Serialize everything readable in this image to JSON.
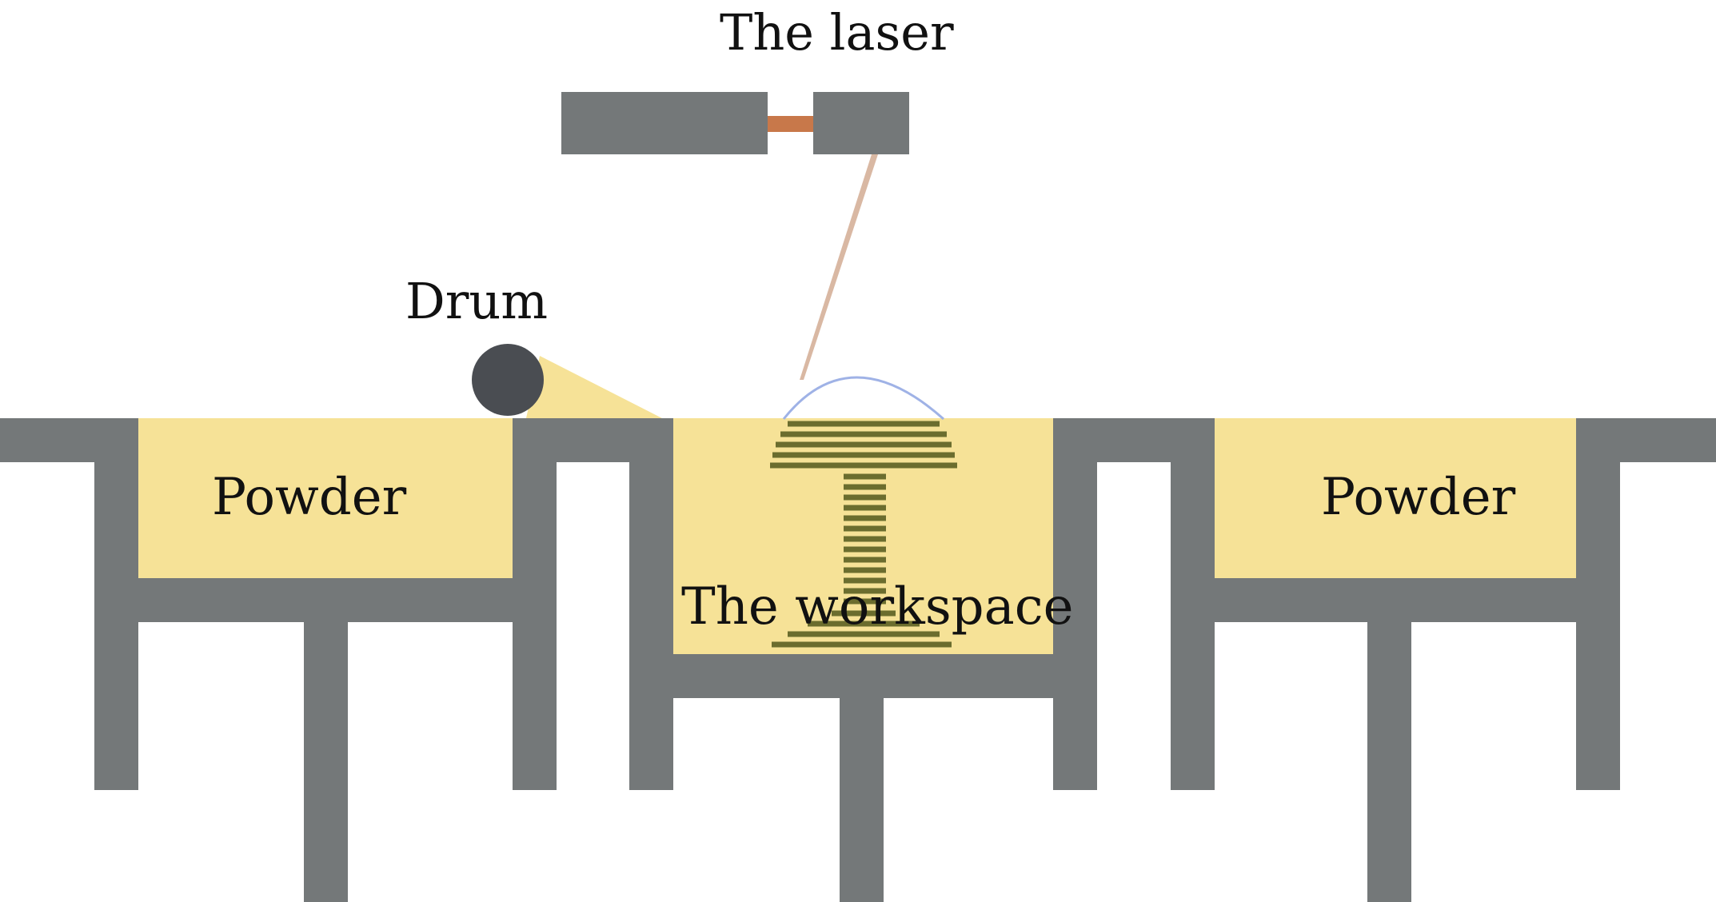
{
  "labels": {
    "laser": "The laser",
    "drum": "Drum",
    "powder_left": "Powder",
    "powder_right": "Powder",
    "workspace": "The workspace"
  },
  "colors": {
    "wall": "#747879",
    "powder": "#f6e297",
    "drum": "#4a4d52",
    "laser_link": "#c8784a",
    "laser_beam": "#d9b8a3",
    "part_layers": "#6b6d2e",
    "melt_arc": "#9fb2e6",
    "background": "#ffffff"
  }
}
